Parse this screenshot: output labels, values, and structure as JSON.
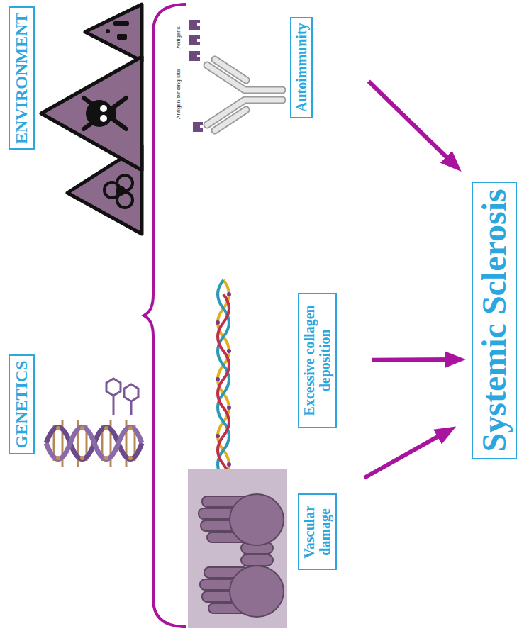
{
  "diagram": {
    "nodes": [
      {
        "text": [
          "GENETICS"
        ]
      },
      {
        "text": [
          "ENVIRONMENT"
        ]
      },
      {
        "text": [
          "Vascular damage"
        ]
      },
      {
        "text": [
          "Excessive collagen deposition"
        ]
      },
      {
        "text": [
          "Autoimmunity"
        ]
      },
      {
        "text": [
          "Systemic Sclerosis"
        ]
      }
    ],
    "edges": [
      {
        "from": 2,
        "to": 5,
        "arrow": "to"
      },
      {
        "from": 3,
        "to": 5,
        "arrow": "to"
      },
      {
        "from": 4,
        "to": 5,
        "arrow": "to"
      }
    ],
    "labels": [
      "Antigens",
      "Antigen-binding site"
    ]
  }
}
